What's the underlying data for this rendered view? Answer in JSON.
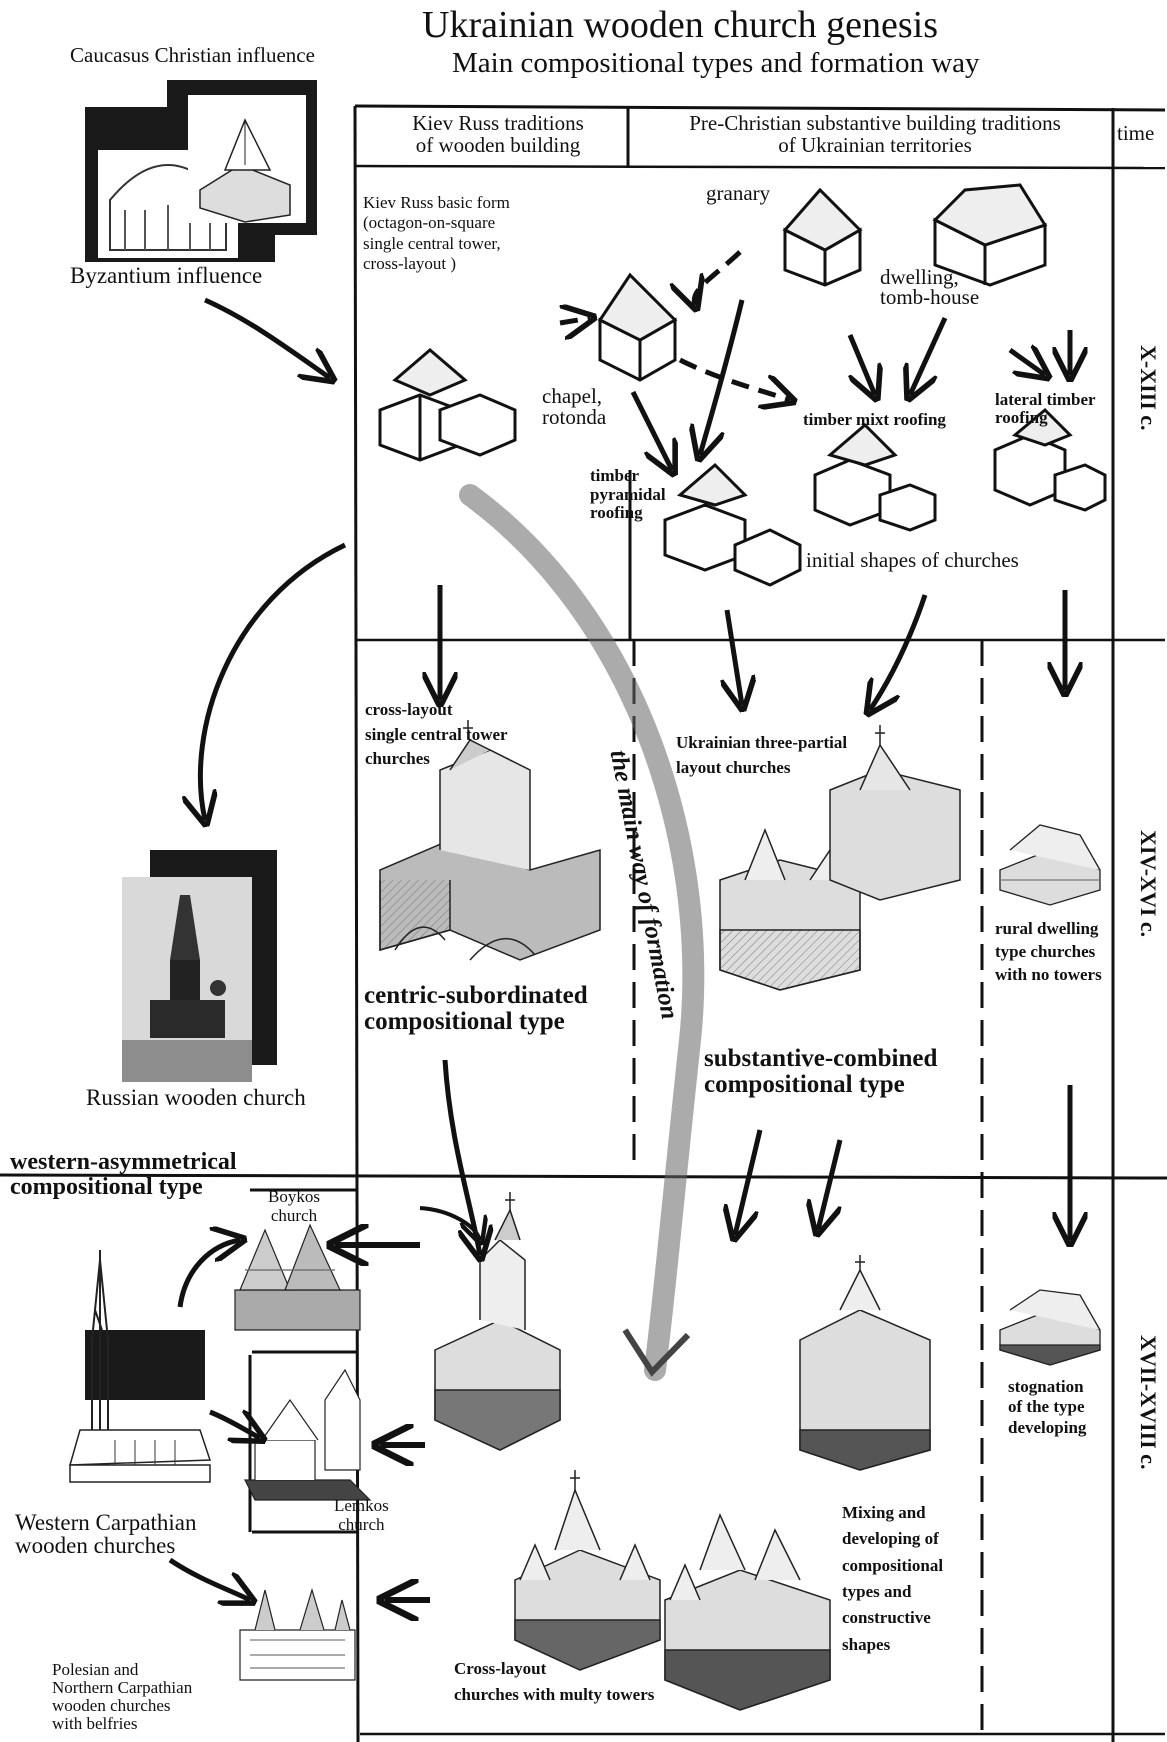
{
  "title": "Ukrainian wooden church genesis",
  "subtitle": "Main compositional types and formation way",
  "influences": {
    "caucasus": "Caucasus Christian influence",
    "byzantium": "Byzantium influence",
    "russian": "Russian wooden church"
  },
  "columns": {
    "kiev_line1": "Kiev Russ traditions",
    "kiev_line2": "of wooden building",
    "pre_line1": "Pre-Christian substantive building traditions",
    "pre_line2": "of Ukrainian territories",
    "time": "time"
  },
  "periods": [
    "X-XIII c.",
    "XIV-XVI c.",
    "XVII-XVIII c."
  ],
  "row1": {
    "kiev_form": [
      "Kiev Russ basic form",
      "(octagon-on-square",
      "single central tower,",
      "cross-layout )"
    ],
    "granary": "granary",
    "dwelling": [
      "dwelling,",
      "tomb-house"
    ],
    "chapel": [
      "chapel,",
      "rotonda"
    ],
    "timber_mixt": "timber mixt roofing",
    "lateral": [
      "lateral timber",
      "roofing"
    ],
    "pyramidal": [
      "timber",
      "pyramidal",
      "roofing"
    ],
    "initial": "initial shapes of churches"
  },
  "row2": {
    "cross_layout": [
      "cross-layout",
      "single central tower",
      "churches"
    ],
    "three_partial": [
      "Ukrainian three-partial",
      "layout churches"
    ],
    "centric": [
      "centric-subordinated",
      "compositional type"
    ],
    "substantive": [
      "substantive-combined",
      "compositional type"
    ],
    "rural": [
      "rural dwelling",
      "type churches",
      "with no towers"
    ],
    "main_way": "the main way of formation"
  },
  "row3": {
    "western": [
      "western-asymmetrical",
      "compositional type"
    ],
    "boykos": [
      "Boykos",
      "church"
    ],
    "lemkos": [
      "Lemkos",
      "church"
    ],
    "western_carpathian": [
      "Western Carpathian",
      "wooden churches"
    ],
    "polesian": [
      "Polesian and",
      "Northern Carpathian",
      "wooden churches",
      "with belfries"
    ],
    "multy": [
      "Cross-layout",
      "churches with multy towers"
    ],
    "mixing": [
      "Mixing and",
      "developing of",
      "compositional",
      "types and",
      "constructive",
      "shapes"
    ],
    "stognation": [
      "stognation",
      "of the type",
      "developing"
    ]
  },
  "colors": {
    "ink": "#111111",
    "shade": "#555555",
    "light": "#bbbbbb",
    "paper": "#ffffff"
  }
}
